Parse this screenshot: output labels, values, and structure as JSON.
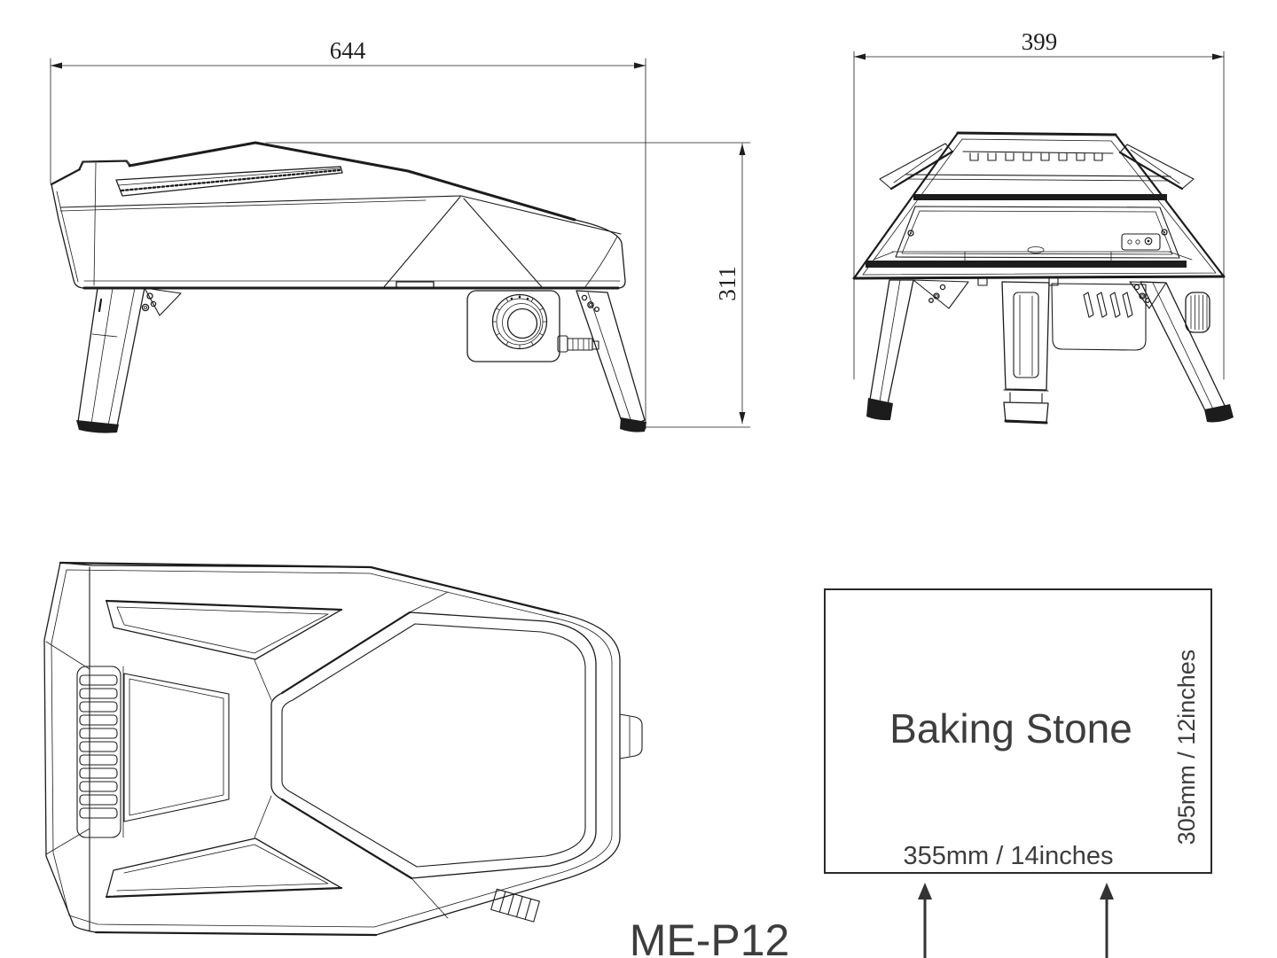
{
  "colors": {
    "background": "#ffffff",
    "line": "#1c1c1c",
    "label_text": "#3d3d3d",
    "dimension_text": "#1f1f1f"
  },
  "dimensions": {
    "side_width": "644",
    "side_height": "311",
    "front_width": "399"
  },
  "baking_stone": {
    "title": "Baking Stone",
    "bottom_label": "355mm / 14inches",
    "side_label": "305mm / 12inches"
  },
  "model_label": "ME-P12"
}
